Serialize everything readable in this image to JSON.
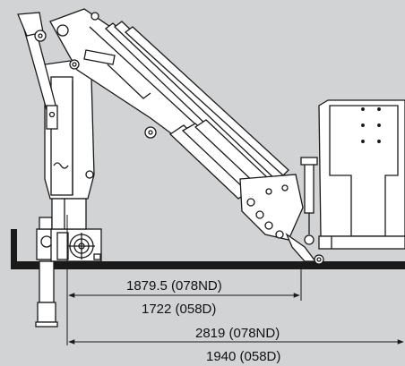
{
  "colors": {
    "background": "#d1d3d4",
    "line": "#1a1a1a",
    "part_fill": "#ffffff",
    "platform": "#1a1a1a"
  },
  "dimensions": [
    {
      "label": "1879.5 (078ND)"
    },
    {
      "label": "1722 (058D)"
    },
    {
      "label": "2819 (078ND)"
    },
    {
      "label": "1940 (058D)"
    }
  ]
}
